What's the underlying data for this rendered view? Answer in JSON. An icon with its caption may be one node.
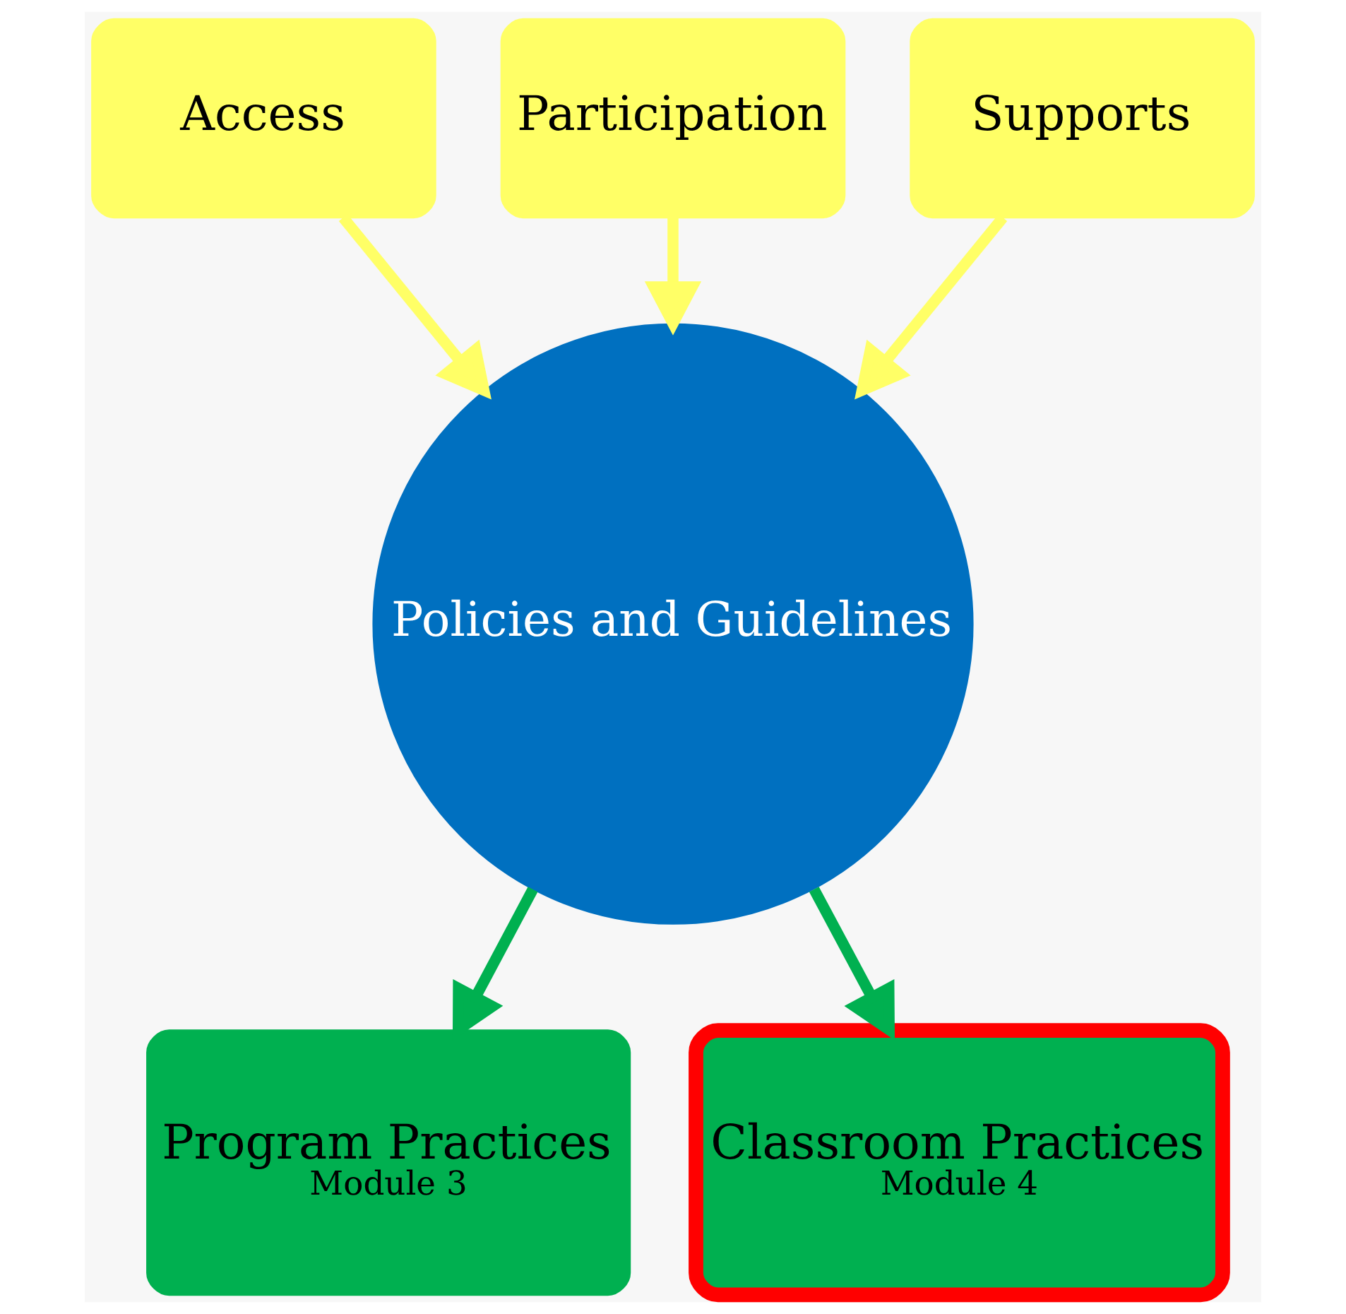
{
  "diagram": {
    "nodes": [
      {
        "text": [
          "Access"
        ]
      },
      {
        "text": [
          "Participation"
        ]
      },
      {
        "text": [
          "Supports"
        ]
      },
      {
        "text": [
          "Policies and Guidelines"
        ]
      },
      {
        "text": [
          "Program Practices",
          "Module 3"
        ]
      },
      {
        "text": [
          "Classroom Practices",
          "Module 4"
        ]
      }
    ],
    "edges": [
      {
        "from": 0,
        "to": 3,
        "arrow": "to"
      },
      {
        "from": 1,
        "to": 3,
        "arrow": "to"
      },
      {
        "from": 2,
        "to": 3,
        "arrow": "to"
      },
      {
        "from": 3,
        "to": 4,
        "arrow": "to",
        "color": "#00b050"
      },
      {
        "from": 3,
        "to": 5,
        "arrow": "to",
        "color": "#00b050"
      }
    ]
  }
}
